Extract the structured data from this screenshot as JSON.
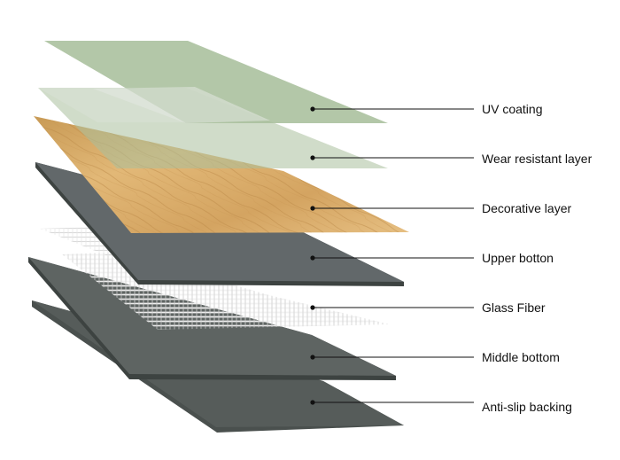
{
  "layers": [
    {
      "name": "UV coating",
      "color": "#a9bf9c"
    },
    {
      "name": "Wear resistant layer",
      "color": "#a9bf9c"
    },
    {
      "name": "Decorative layer",
      "color": "#d9aa63"
    },
    {
      "name": "Upper botton",
      "color": "#5f6563"
    },
    {
      "name": "Glass Fiber",
      "color": "#d8d8d8"
    },
    {
      "name": "Middle bottom",
      "color": "#5f6563"
    },
    {
      "name": "Anti-slip backing",
      "color": "#4f5553"
    }
  ],
  "leader_line_color": "#111111",
  "dot_color": "#111111"
}
